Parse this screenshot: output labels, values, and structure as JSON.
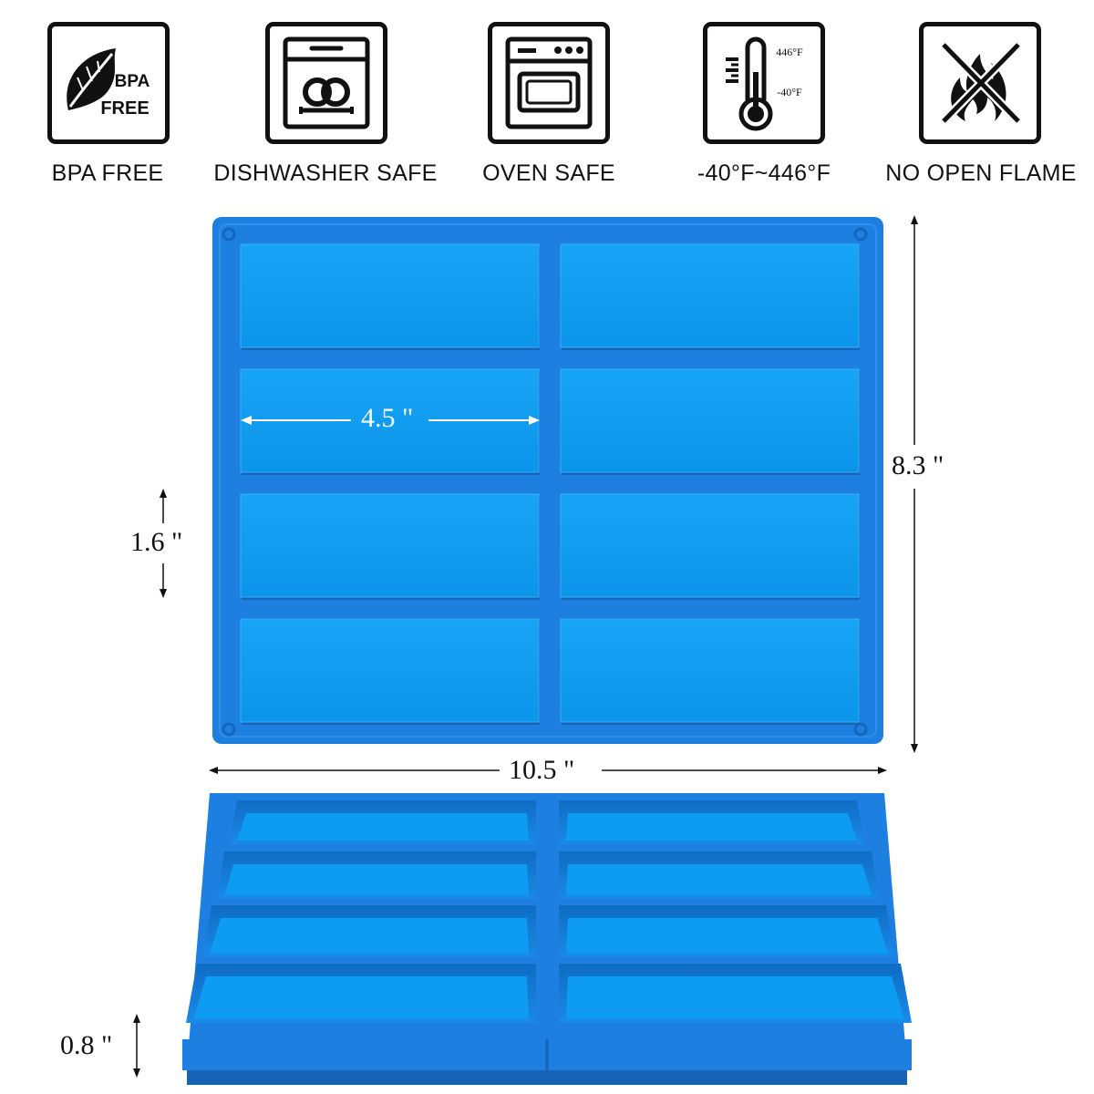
{
  "features": [
    {
      "id": "bpa",
      "label": "BPA FREE",
      "icon": "bpa-free-leaf-icon",
      "icon_text": [
        "BPA",
        "FREE"
      ]
    },
    {
      "id": "dishwasher",
      "label": "DISHWASHER SAFE",
      "icon": "dishwasher-icon"
    },
    {
      "id": "oven",
      "label": "OVEN SAFE",
      "icon": "oven-icon"
    },
    {
      "id": "temperature",
      "label": "-40°F~446°F",
      "icon": "thermometer-icon",
      "icon_text": [
        "446°F",
        "-40°F"
      ]
    },
    {
      "id": "flame",
      "label": "NO OPEN FLAME",
      "icon": "no-flame-icon"
    }
  ],
  "dimensions": {
    "cavity_length": "4.5 \"",
    "cavity_width": "1.6 \"",
    "mold_height": "8.3 \"",
    "mold_width": "10.5 \"",
    "mold_depth": "0.8 \""
  },
  "colors": {
    "mold_base": "#1d7fe0",
    "mold_cavity": "#0d9cf2",
    "mold_shadow": "#1664b8",
    "icon_ink": "#111111"
  },
  "mold": {
    "cavity_rows": 4,
    "cavity_cols": 2
  }
}
